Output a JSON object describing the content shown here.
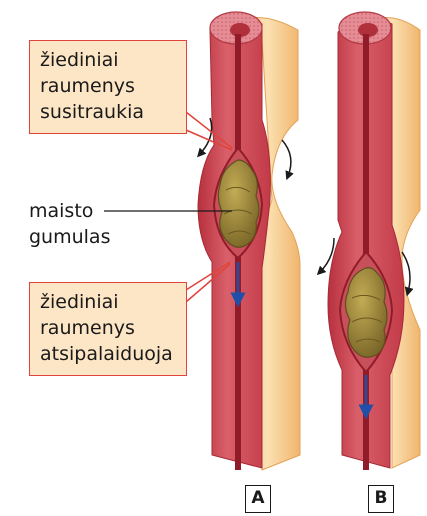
{
  "labels": {
    "contract": [
      "žiediniai",
      "raumenys",
      "susitraukia"
    ],
    "bolus": [
      "maisto",
      "gumulas"
    ],
    "relax": [
      "žiediniai",
      "raumenys",
      "atsipalaiduoja"
    ]
  },
  "panels": [
    "A",
    "B"
  ],
  "colors": {
    "muscle": "#cf4552",
    "muscle_light": "#e5929a",
    "outer_layer": "#f4c17c",
    "lumen": "#9e1f2a",
    "bolus": "#9d8a3c",
    "arrow_blue": "#1f4fa8",
    "callout_fill": "#fde6c6",
    "callout_border": "#e0443a"
  },
  "icons": [
    "contraction-arrow-icon",
    "movement-arrow-icon"
  ]
}
